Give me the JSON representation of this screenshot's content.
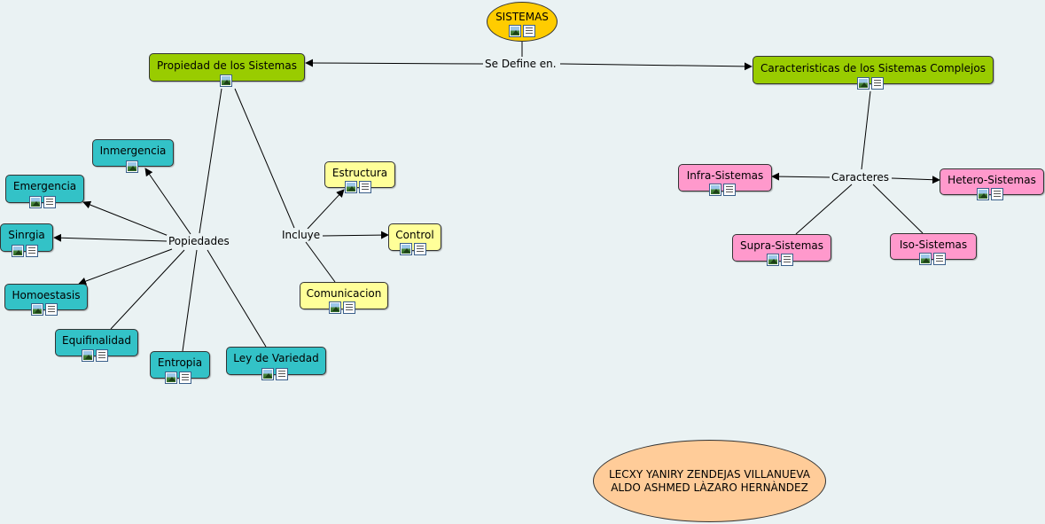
{
  "colors": {
    "background": "#eaf2f3",
    "root": "#ffcc00",
    "level1": "#99cc00",
    "properties": "#33c2c7",
    "includes": "#ffff99",
    "characters": "#ff99cc",
    "authors": "#ffcc99"
  },
  "root": {
    "label": "SISTEMAS"
  },
  "linking": {
    "defines": "Se Define en.",
    "properties": "Popiedades",
    "includes": "Incluye",
    "characters": "Caracteres"
  },
  "concepts": {
    "propiedad": "Propiedad de los Sistemas",
    "caracteristicas": "Caracteristicas de los Sistemas Complejos",
    "inmergencia": "Inmergencia",
    "emergencia": "Emergencia",
    "sinrgia": "Sinrgia",
    "homoestasis": "Homoestasis",
    "equifinalidad": "Equifinalidad",
    "entropia": "Entropia",
    "ley_variedad": "Ley de Variedad",
    "estructura": "Estructura",
    "control": "Control",
    "comunicacion": "Comunicacion",
    "infra": "Infra-Sistemas",
    "hetero": "Hetero-Sistemas",
    "supra": "Supra-Sistemas",
    "iso": "Iso-Sistemas"
  },
  "authors": {
    "line1": "LECXY YANIRY ZENDEJAS VILLANUEVA",
    "line2": "ALDO ASHMED LÀZARO HERNÀNDEZ"
  }
}
